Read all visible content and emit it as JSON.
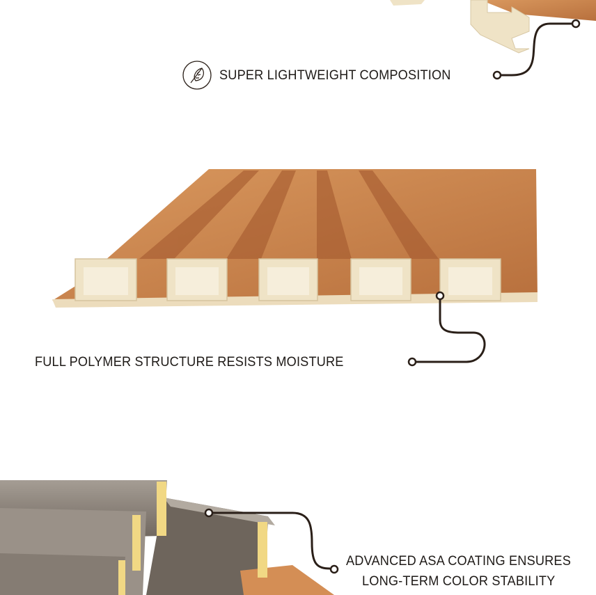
{
  "features": [
    {
      "label": "SUPER LIGHTWEIGHT COMPOSITION",
      "icon": "leaf-icon"
    },
    {
      "label": "FULL POLYMER STRUCTURE RESISTS MOISTURE"
    },
    {
      "label_lines": [
        "ADVANCED ASA COATING ENSURES",
        "LONG-TERM COLOR STABILITY"
      ]
    }
  ],
  "colors": {
    "text": "#1e1a17",
    "line": "#2a1f18",
    "wood": "#c98650",
    "core": "#efe3c6",
    "grey": "#8d847a"
  }
}
